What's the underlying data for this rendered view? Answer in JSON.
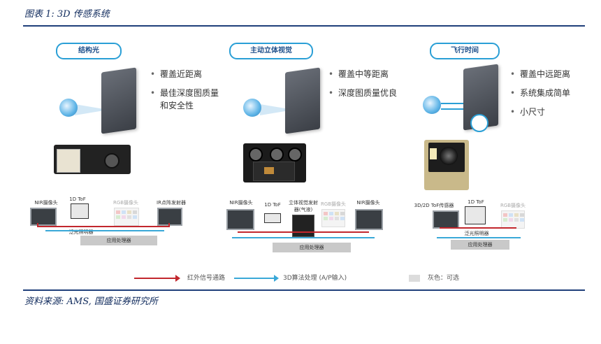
{
  "caption": "图表 1: 3D 传感系统",
  "source": "资料来源: AMS, 国盛证券研究所",
  "columns": [
    {
      "title": "结构光",
      "bullets": [
        "覆盖近距离",
        "最佳深度图质量和安全性"
      ],
      "schematic": {
        "camera": "NIR摄像头",
        "tof": "1D ToF",
        "illum": "泛光照明器",
        "rgb": "RGB摄像头",
        "projector": "IR点阵发射器",
        "app": "应用处理器"
      }
    },
    {
      "title": "主动立体视觉",
      "bullets": [
        "覆盖中等距离",
        "深度图质量优良"
      ],
      "schematic": {
        "camera_left": "NIR摄像头",
        "tof": "1D ToF",
        "projector": "立体视觉发射器(气液)",
        "rgb": "RGB摄像头",
        "camera_right": "NIR摄像头",
        "app": "应用处理器"
      }
    },
    {
      "title": "飞行时间",
      "bullets": [
        "覆盖中远距离",
        "系统集成简单",
        "小尺寸"
      ],
      "schematic": {
        "camera": "3D/2D ToF传感器",
        "tof": "1D ToF",
        "illum": "泛光照明器",
        "rgb": "RGB摄像头",
        "app": "应用处理器"
      }
    }
  ],
  "legend": {
    "red": "红外信号通路",
    "blue": "3D算法处理 (A/P输入)",
    "gray": "灰色：可选"
  },
  "colors": {
    "accent": "#2a9fd6",
    "red": "#c2272d",
    "rule": "#1f3f7a"
  }
}
